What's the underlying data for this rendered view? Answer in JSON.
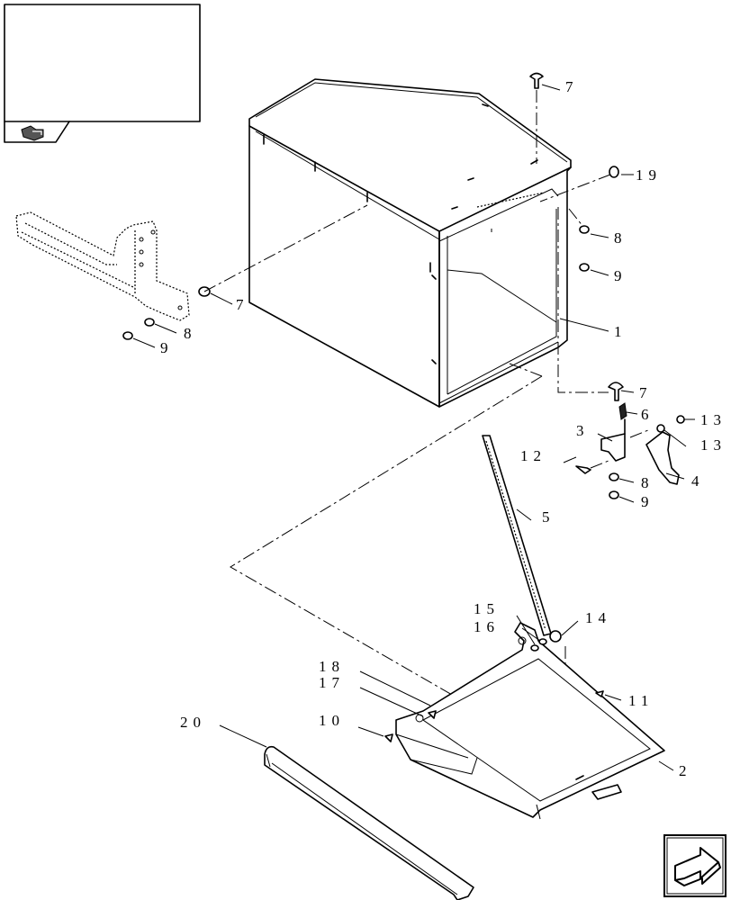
{
  "callouts": [
    {
      "id": "c1",
      "text": "1"
    },
    {
      "id": "c2",
      "text": "2"
    },
    {
      "id": "c3",
      "text": "3"
    },
    {
      "id": "c4",
      "text": "4"
    },
    {
      "id": "c5",
      "text": "5"
    },
    {
      "id": "c6",
      "text": "6"
    },
    {
      "id": "c7a",
      "text": "7"
    },
    {
      "id": "c7b",
      "text": "7"
    },
    {
      "id": "c7c",
      "text": "7"
    },
    {
      "id": "c8a",
      "text": "8"
    },
    {
      "id": "c8b",
      "text": "8"
    },
    {
      "id": "c8c",
      "text": "8"
    },
    {
      "id": "c9a",
      "text": "9"
    },
    {
      "id": "c9b",
      "text": "9"
    },
    {
      "id": "c9c",
      "text": "9"
    },
    {
      "id": "c10",
      "text": "10"
    },
    {
      "id": "c11",
      "text": "11"
    },
    {
      "id": "c12",
      "text": "12"
    },
    {
      "id": "c13a",
      "text": "13"
    },
    {
      "id": "c13b",
      "text": "13"
    },
    {
      "id": "c14",
      "text": "14"
    },
    {
      "id": "c15",
      "text": "15"
    },
    {
      "id": "c16",
      "text": "16"
    },
    {
      "id": "c17",
      "text": "17"
    },
    {
      "id": "c18",
      "text": "18"
    },
    {
      "id": "c19",
      "text": "19"
    },
    {
      "id": "c20",
      "text": "20"
    }
  ],
  "icons": {
    "reference_icon": "arrow-hand-icon",
    "next_page_icon": "arrow-right-icon"
  }
}
